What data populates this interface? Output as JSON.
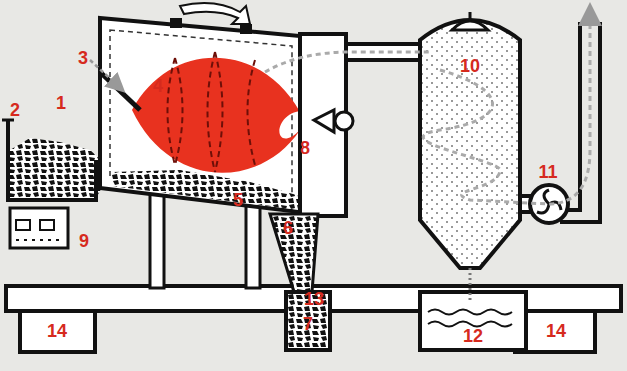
{
  "diagram": {
    "labels": [
      "1",
      "2",
      "3",
      "4",
      "5",
      "6",
      "7",
      "8",
      "9",
      "10",
      "11",
      "12",
      "13",
      "14",
      "14"
    ]
  }
}
